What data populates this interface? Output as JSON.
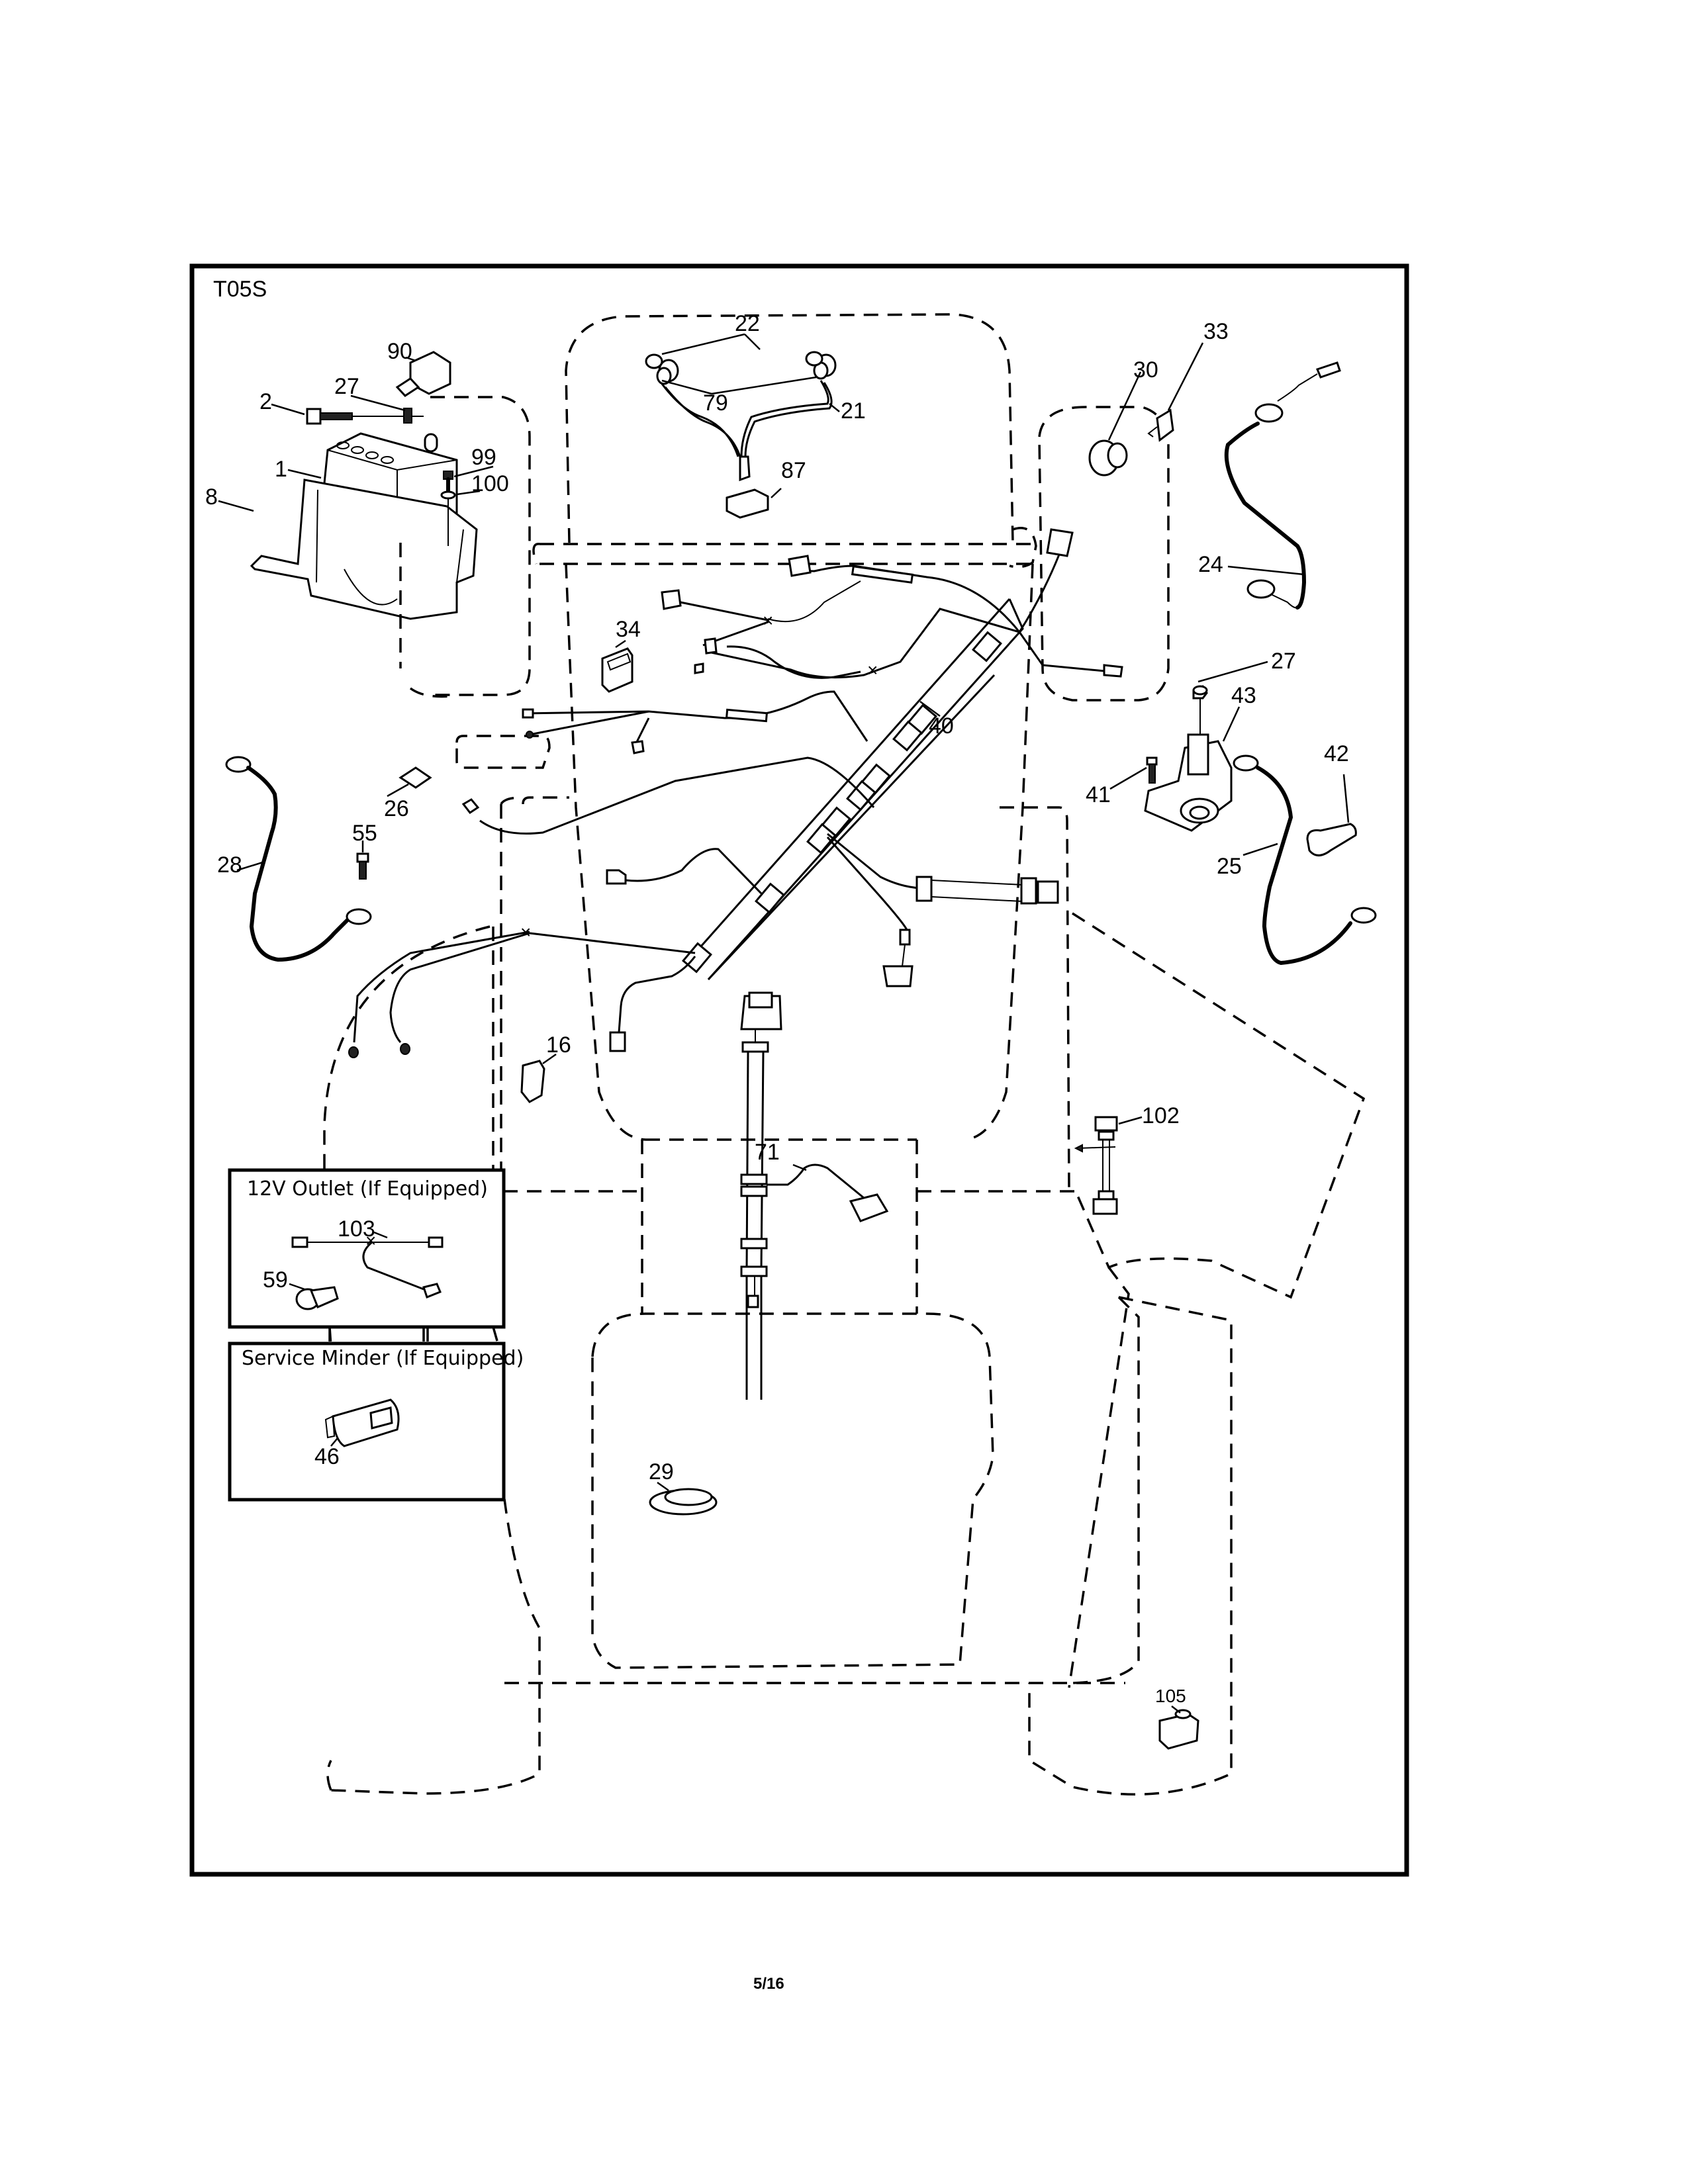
{
  "diagram": {
    "code": "T05S",
    "page_number": "5/16",
    "insets": [
      {
        "title": "12V Outlet (If Equipped)",
        "parts": [
          "103",
          "59"
        ]
      },
      {
        "title": "Service Minder (If Equipped)",
        "parts": [
          "46"
        ]
      }
    ],
    "callouts": {
      "p90": "90",
      "p27a": "27",
      "p2": "2",
      "p1": "1",
      "p99": "99",
      "p100": "100",
      "p8": "8",
      "p22": "22",
      "p79": "79",
      "p21": "21",
      "p87": "87",
      "p30": "30",
      "p33": "33",
      "p24": "24",
      "p34": "34",
      "p40": "40",
      "p27b": "27",
      "p43": "43",
      "p42": "42",
      "p41": "41",
      "p25": "25",
      "p26": "26",
      "p28": "28",
      "p55": "55",
      "p16": "16",
      "p71": "71",
      "p29": "29",
      "p103": "103",
      "p59": "59",
      "p46": "46",
      "p102": "102",
      "p105": "105"
    },
    "parts_list": [
      "1",
      "2",
      "8",
      "16",
      "21",
      "22",
      "24",
      "25",
      "26",
      "27",
      "28",
      "29",
      "30",
      "33",
      "34",
      "40",
      "41",
      "42",
      "43",
      "46",
      "55",
      "59",
      "71",
      "79",
      "87",
      "90",
      "99",
      "100",
      "102",
      "103",
      "105"
    ]
  }
}
